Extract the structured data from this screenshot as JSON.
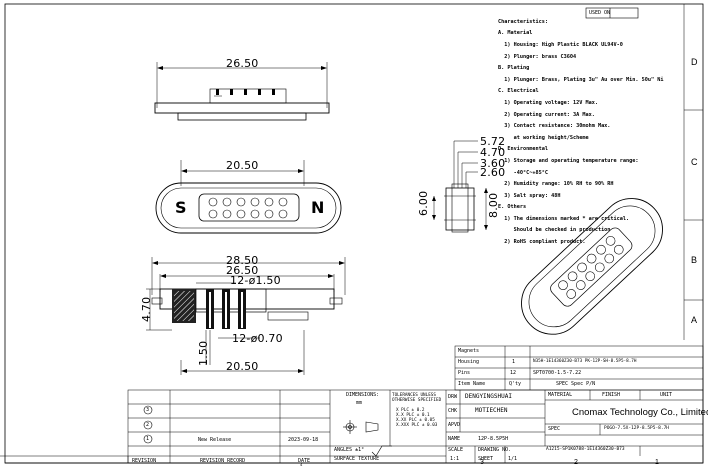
{
  "header": {
    "used_on_label": "USED ON"
  },
  "zones": {
    "right": [
      "D",
      "C",
      "B",
      "A"
    ],
    "bottom": [
      "4",
      "3",
      "2",
      "1"
    ]
  },
  "views": {
    "top": {
      "width_dim": "26.50"
    },
    "front": {
      "width_dim": "20.50",
      "left_mark": "S",
      "right_mark": "N"
    },
    "side": {
      "dims": [
        "5.72",
        "4.70",
        "3.60",
        "2.60"
      ],
      "height_left": "6.00",
      "height_right": "8.00"
    },
    "section": {
      "overall": "28.50",
      "body": "26.50",
      "pins": "12-ø1.50",
      "tails": "12-ø0.70",
      "height": "4.70",
      "tail_len": "1.50",
      "bottom": "20.50"
    }
  },
  "notes": [
    "Characteristics:",
    "A. Material",
    "  1) Housing: High Plastic BLACK UL94V-0",
    "  2) Plunger: brass C3604",
    "B. Plating",
    "  1) Plunger: Brass, Plating 3u\" Au over Min. 50u\" Ni",
    "C. Electrical",
    "  1) Operating voltage: 12V Max.",
    "  2) Operating current: 3A Max.",
    "  3) Contact resistance: 30mohm Max.",
    "     at working height/Scheme",
    "D. Environmental",
    "  1) Storage and operating temperature range:",
    "     -40°C~+85°C",
    "  2) Humidity range: 10% RH to 90% RH",
    "  3) Salt spray: 48H",
    "E. Others",
    "  1) The dimensions marked * are critical.",
    "     Should be checked in production",
    "  2) RoHS compliant product."
  ],
  "bom": [
    {
      "name": "Magnets",
      "qty": "",
      "desc": ""
    },
    {
      "name": "Housing",
      "qty": "1",
      "desc": "N35H-1E14360Z30-B73  PK-12P-SH-8.5P5-8.7H"
    },
    {
      "name": "Pins",
      "qty": "12",
      "desc": "SPT0700-1.5-7.22"
    },
    {
      "name": "Item Name",
      "qty": "Q'ty",
      "desc": "SPEC Spec P/N"
    }
  ],
  "revisions": [
    {
      "symbol": "3",
      "record": "",
      "date": ""
    },
    {
      "symbol": "2",
      "record": "",
      "date": ""
    },
    {
      "symbol": "1",
      "record": "New Release",
      "date": "2023-09-18"
    }
  ],
  "revision_header": {
    "symbol": "REVISION",
    "record": "REVISION RECORD",
    "date": "DATE"
  },
  "tolerances": {
    "dimensions_label": "DIMENSIONS:",
    "dimensions_unit": "mm",
    "tol_label": "TOLERANCES UNLESS\nOTHERWISE SPECIFIED",
    "rows": [
      "X PLC   ± 0.2",
      "X.X PLC  ± 0.1",
      "X.XX PLC  ± 0.05",
      "X.XXX PLC  ± 0.03"
    ],
    "angles_label": "ANGLES  ±1°",
    "surface_label": "SURFACE TEXTURE"
  },
  "signatures": [
    {
      "role": "DRW",
      "name": "DENGYINGSHUAI"
    },
    {
      "role": "CHK",
      "name": "MOTIECHEN"
    },
    {
      "role": "APVD",
      "name": ""
    },
    {
      "role": "NAME",
      "name": "12P-8.5P5H"
    }
  ],
  "title_block": {
    "company": "Cnomax Technology Co., Limited",
    "material_label": "MATERIAL",
    "finish_label": "FINISH",
    "unit_label": "UNIT",
    "spec_label": "SPEC",
    "spec_value": "POGO-7.5X-12P-8.5P5-8.7H",
    "scale_label": "SCALE",
    "scale_value": "1:1",
    "drawing_no_label": "DRAWING NO.",
    "drawing_no": "A1215-SP1K0788-1E14360Z30-B73",
    "sheet_label": "SHEET",
    "sheet_value": "1/1"
  }
}
